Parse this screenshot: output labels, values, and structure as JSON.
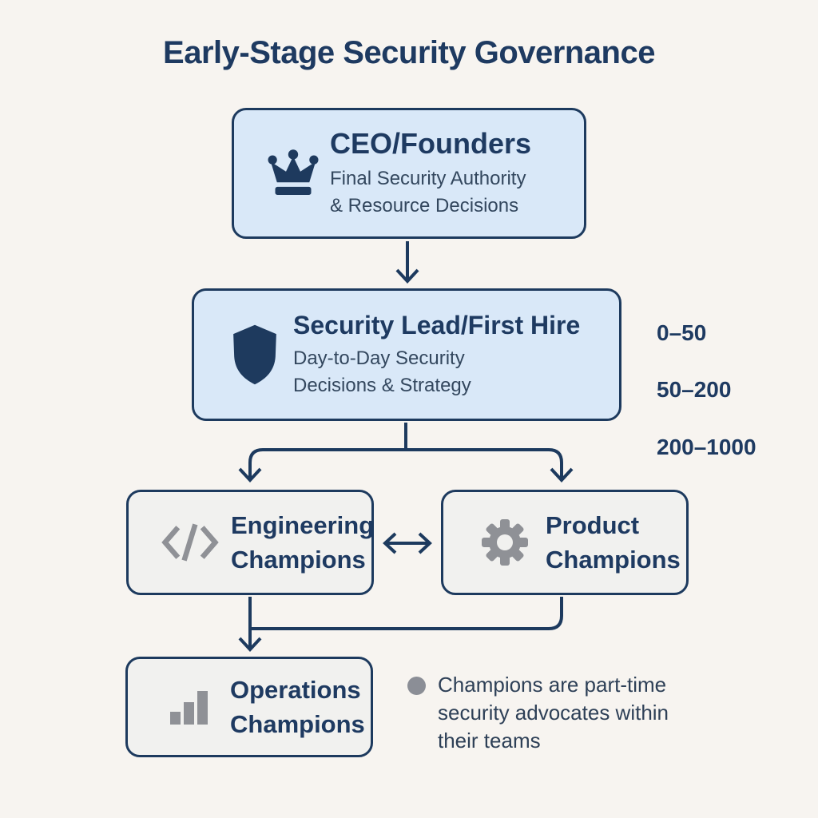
{
  "title": "Early-Stage Security Governance",
  "colors": {
    "navy_accent": "#1d3a5e",
    "box_blue_fill": "#d9e8f8",
    "box_gray_fill": "#f1f1ef",
    "icon_gray": "#8f9196",
    "background": "#f7f4f0"
  },
  "nodes": {
    "ceo": {
      "icon": "crown-icon",
      "title": "CEO/Founders",
      "subtitle_lines": [
        "Final Security Authority",
        "& Resource Decisions"
      ]
    },
    "security_lead": {
      "icon": "shield-icon",
      "title": "Security Lead/First Hire",
      "subtitle_lines": [
        "Day-to-Day Security",
        "Decisions & Strategy"
      ]
    },
    "engineering": {
      "icon": "code-icon",
      "title": "Engineering Champions"
    },
    "product": {
      "icon": "gear-icon",
      "title": "Product Champions"
    },
    "operations": {
      "icon": "bar-chart-icon",
      "title": "Operations Champions"
    }
  },
  "scale_labels": [
    "0–50",
    "50–200",
    "200–1000"
  ],
  "legend": {
    "text": "Champions are part-time security advocates within their teams"
  }
}
